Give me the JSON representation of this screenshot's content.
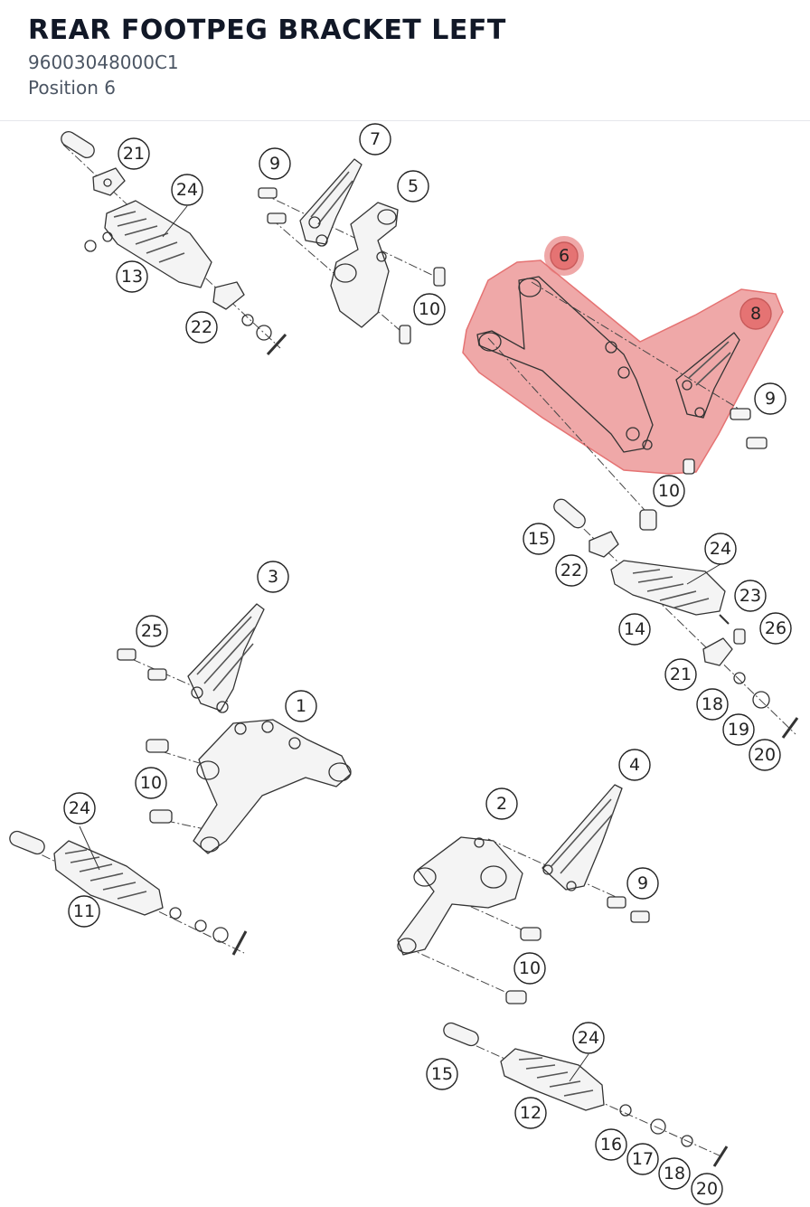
{
  "header": {
    "title": "REAR FOOTPEG BRACKET LEFT",
    "part_number": "96003048000C1",
    "position": "Position 6"
  },
  "diagram": {
    "highlight_color": "#e57373",
    "highlighted_item": "6",
    "callouts": {
      "c21a": "21",
      "c24a": "24",
      "c13": "13",
      "c22a": "22",
      "c9a": "9",
      "c7": "7",
      "c5": "5",
      "c10a": "10",
      "c6": "6",
      "c8": "8",
      "c9b": "9",
      "c10b": "10",
      "c15a": "15",
      "c22b": "22",
      "c24b": "24",
      "c23": "23",
      "c14": "14",
      "c26": "26",
      "c21b": "21",
      "c18a": "18",
      "c19": "19",
      "c20a": "20",
      "c3": "3",
      "c25": "25",
      "c1": "1",
      "c10c": "10",
      "c24c": "24",
      "c11": "11",
      "c4": "4",
      "c2": "2",
      "c9c": "9",
      "c10d": "10",
      "c24d": "24",
      "c15b": "15",
      "c12": "12",
      "c16": "16",
      "c17": "17",
      "c18b": "18",
      "c20b": "20"
    }
  }
}
